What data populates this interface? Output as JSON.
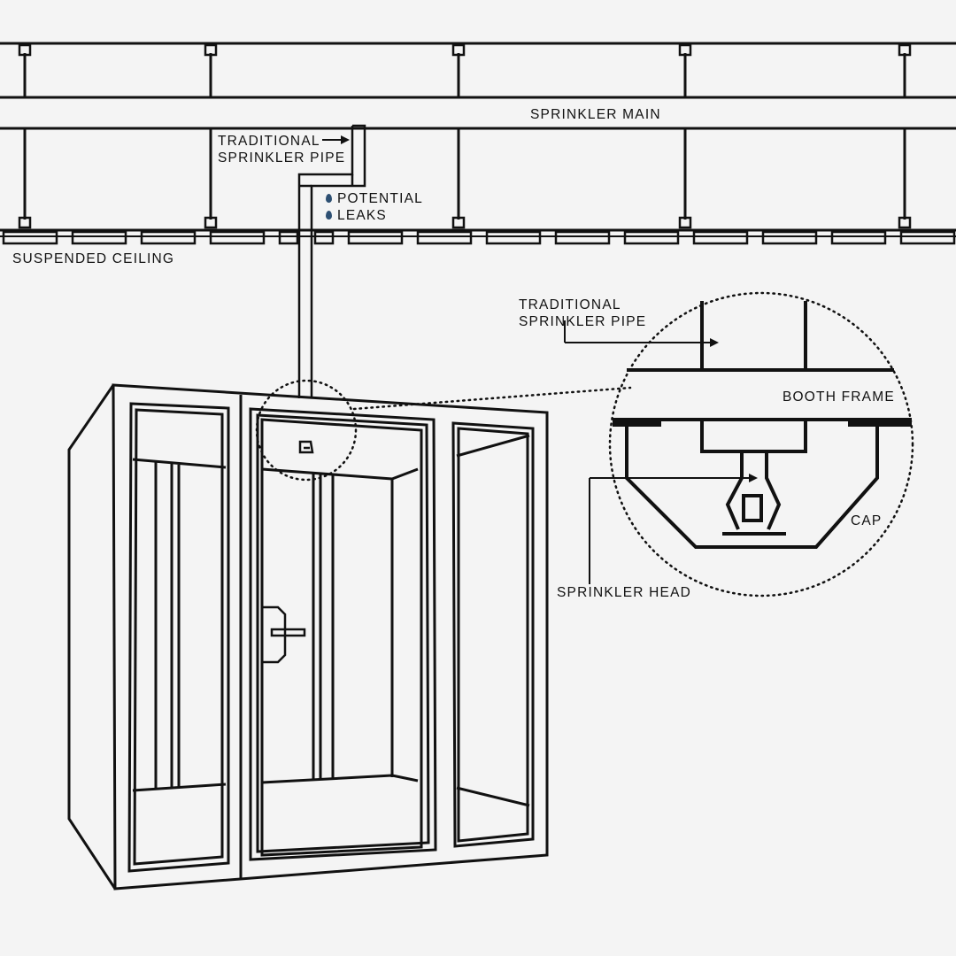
{
  "labels": {
    "sprinkler_main": "SPRINKLER MAIN",
    "traditional_pipe_top_1": "TRADITIONAL",
    "traditional_pipe_top_2": "SPRINKLER PIPE",
    "potential": "POTENTIAL",
    "leaks": "LEAKS",
    "suspended_ceiling": "SUSPENDED CEILING",
    "traditional_pipe_detail_1": "TRADITIONAL",
    "traditional_pipe_detail_2": "SPRINKLER PIPE",
    "booth_frame": "BOOTH FRAME",
    "cap": "CAP",
    "sprinkler_head": "SPRINKLER HEAD"
  },
  "icons": {
    "leak": "water-drop-icon"
  },
  "colors": {
    "background": "#f4f4f4",
    "line": "#111111",
    "leak_drop": "#2d4f72"
  }
}
